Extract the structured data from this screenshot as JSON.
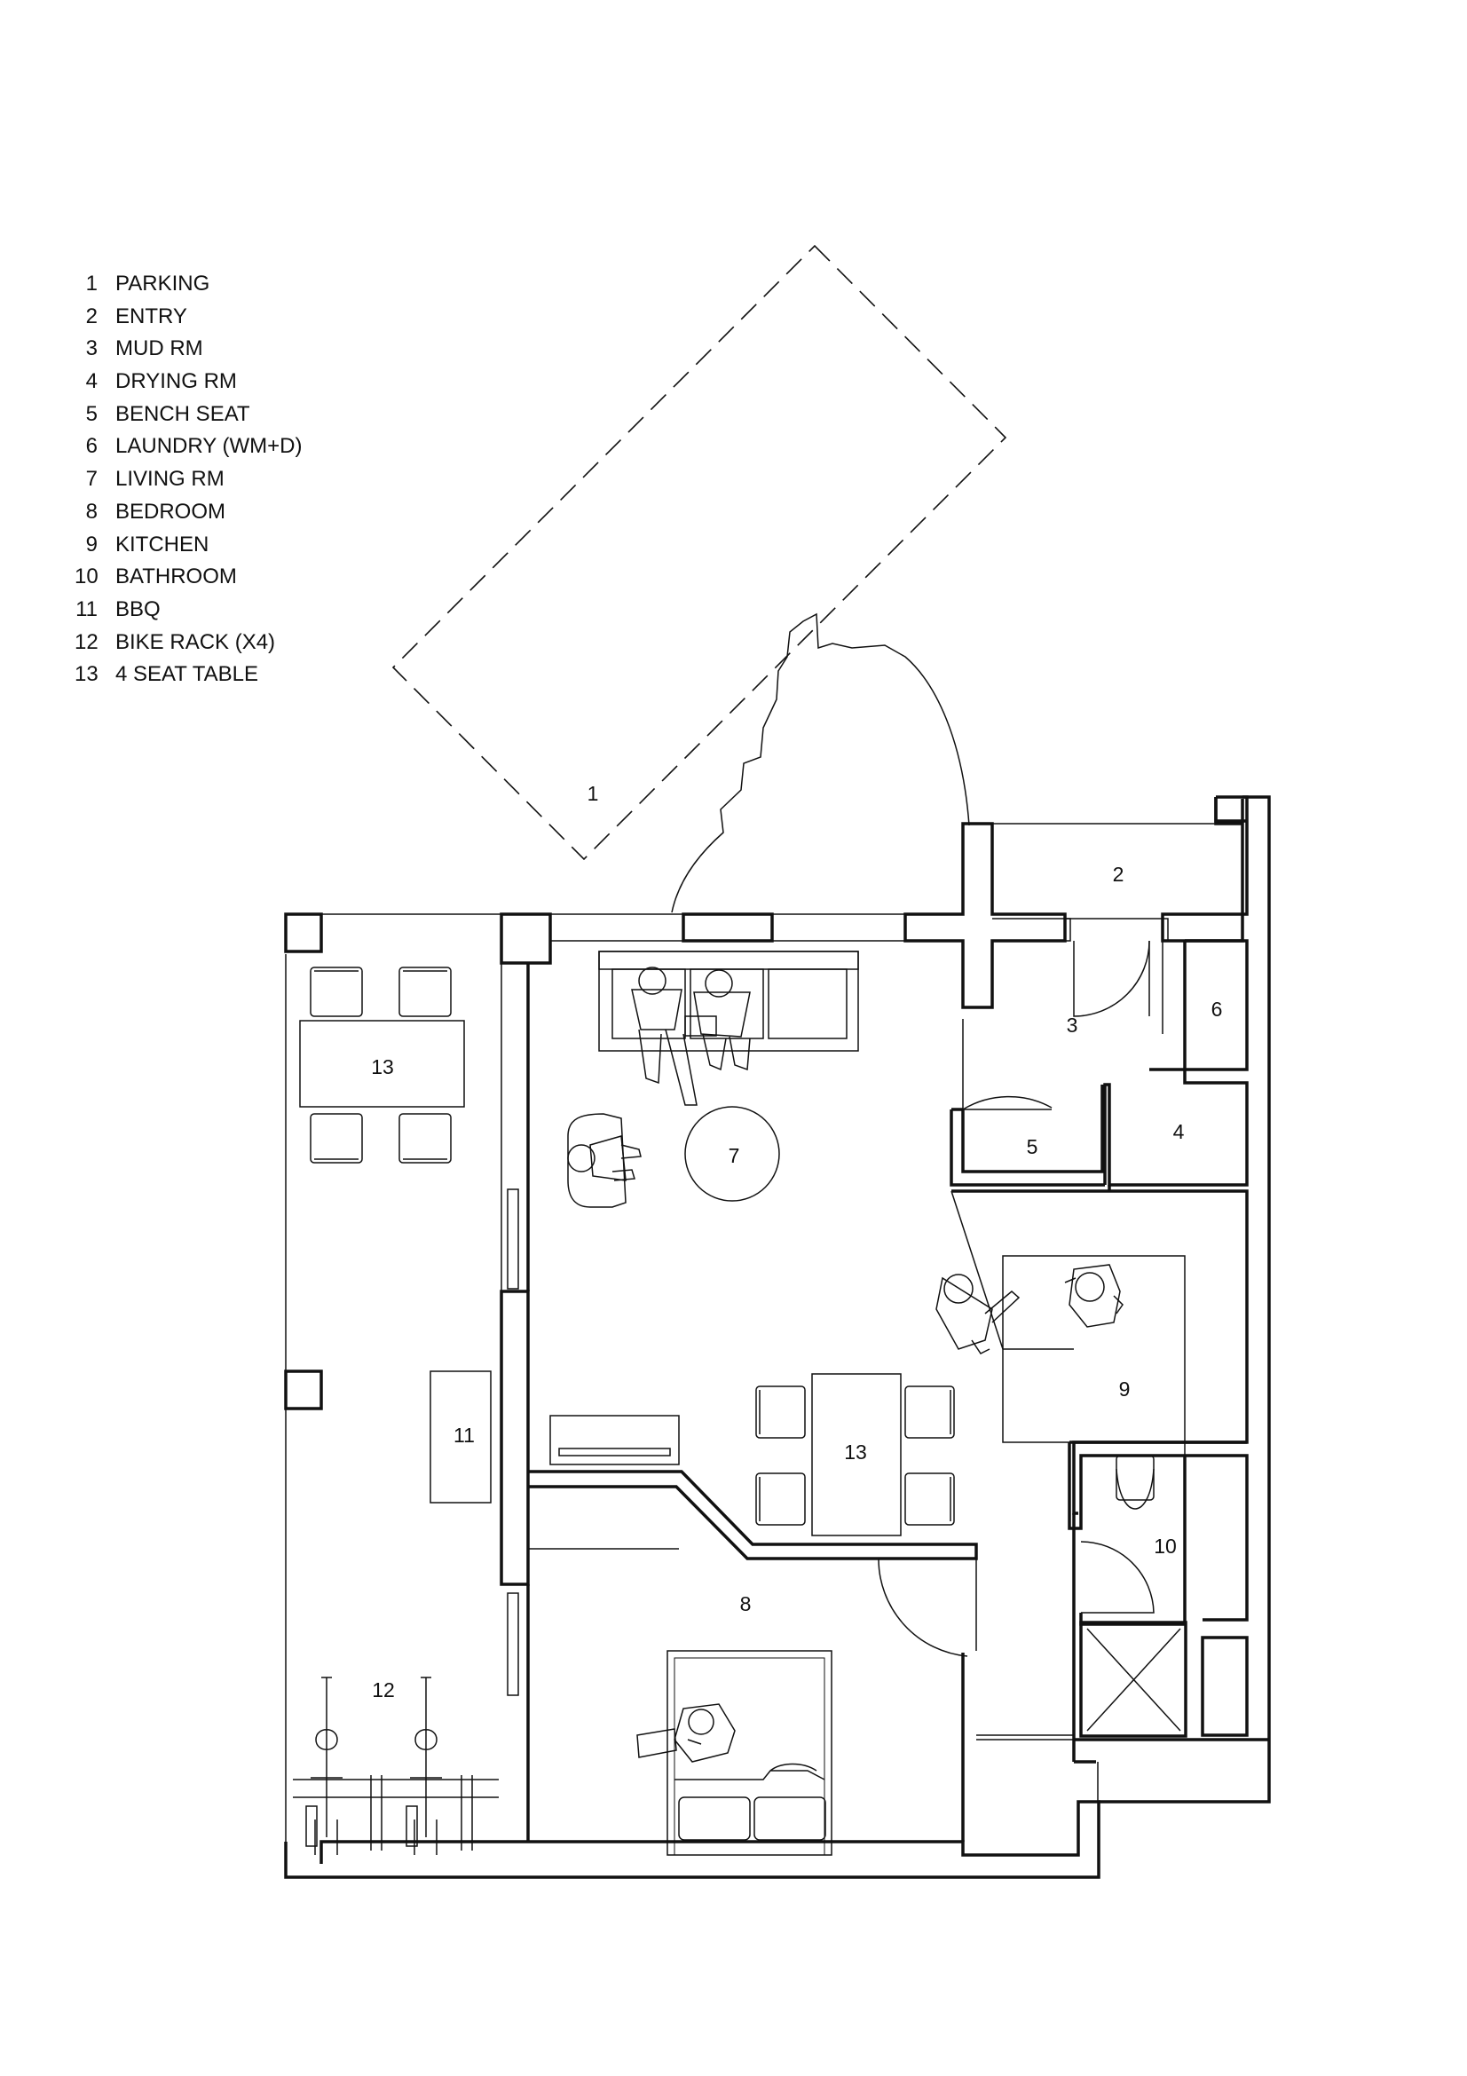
{
  "legend": [
    {
      "num": "1",
      "label": "PARKING"
    },
    {
      "num": "2",
      "label": "ENTRY"
    },
    {
      "num": "3",
      "label": "MUD RM"
    },
    {
      "num": "4",
      "label": "DRYING RM"
    },
    {
      "num": "5",
      "label": "BENCH SEAT"
    },
    {
      "num": "6",
      "label": "LAUNDRY (WM+D)"
    },
    {
      "num": "7",
      "label": "LIVING RM"
    },
    {
      "num": "8",
      "label": "BEDROOM"
    },
    {
      "num": "9",
      "label": "KITCHEN"
    },
    {
      "num": "10",
      "label": "BATHROOM"
    },
    {
      "num": "11",
      "label": "BBQ"
    },
    {
      "num": "12",
      "label": "BIKE RACK (X4)"
    },
    {
      "num": "13",
      "label": "4 SEAT TABLE"
    }
  ],
  "plan_labels": {
    "parking": "1",
    "entry": "2",
    "mud_rm": "3",
    "drying_rm": "4",
    "bench_seat": "5",
    "laundry": "6",
    "living_rm": "7",
    "bedroom": "8",
    "kitchen": "9",
    "bathroom": "10",
    "bbq": "11",
    "bike_rack": "12",
    "table_outdoor": "13",
    "table_indoor": "13"
  },
  "colors": {
    "line": "#111111",
    "background": "#ffffff"
  }
}
